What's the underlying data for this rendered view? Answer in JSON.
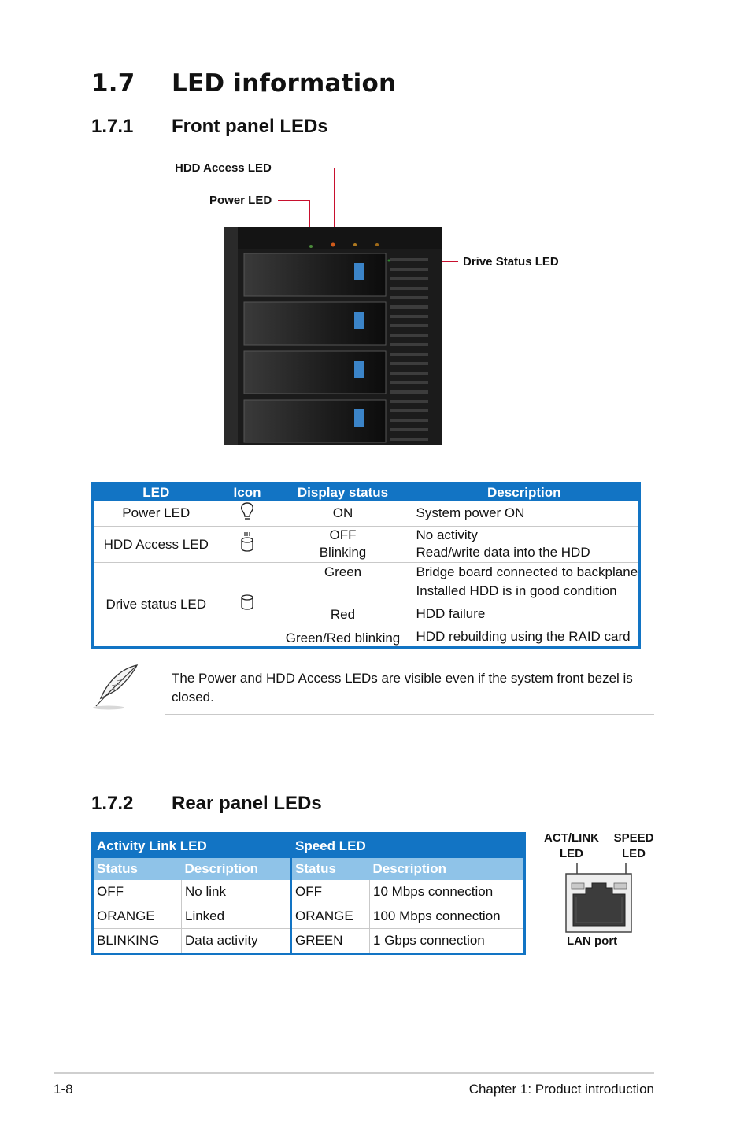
{
  "section": {
    "number": "1.7",
    "title": "LED information"
  },
  "front": {
    "number": "1.7.1",
    "title": "Front panel LEDs",
    "labels": {
      "hdd_access": "HDD Access LED",
      "power": "Power LED",
      "drive_status": "Drive Status LED"
    },
    "table": {
      "headers": [
        "LED",
        "Icon",
        "Display status",
        "Description"
      ],
      "power": {
        "led": "Power LED",
        "status": "ON",
        "desc": "System power ON"
      },
      "hdd": {
        "led": "HDD Access LED",
        "status1": "OFF",
        "status2": "Blinking",
        "desc1": "No activity",
        "desc2": "Read/write data into the HDD"
      },
      "drive": {
        "led": "Drive status LED",
        "status_green": "Green",
        "desc_green1": "Bridge board connected to backplane",
        "desc_green2": "Installed HDD is in good condition",
        "status_red": "Red",
        "desc_red": "HDD failure",
        "status_blink": "Green/Red blinking",
        "desc_blink": "HDD rebuilding using the RAID card"
      },
      "icons": {
        "power": "lightbulb-icon",
        "hdd": "hdd-activity-icon",
        "drive": "drive-cylinder-icon"
      }
    },
    "note": "The Power and HDD Access LEDs are visible even if the system front bezel is closed."
  },
  "rear": {
    "number": "1.7.2",
    "title": "Rear panel LEDs",
    "table": {
      "group1": "Activity Link LED",
      "group2": "Speed LED",
      "sub": [
        "Status",
        "Description",
        "Status",
        "Description"
      ],
      "rows": [
        [
          "OFF",
          "No link",
          "OFF",
          "10 Mbps connection"
        ],
        [
          "ORANGE",
          "Linked",
          "ORANGE",
          "100 Mbps connection"
        ],
        [
          "BLINKING",
          "Data activity",
          "GREEN",
          "1 Gbps connection"
        ]
      ]
    },
    "lan": {
      "act_link_1": "ACT/LINK",
      "act_link_2": "LED",
      "speed_1": "SPEED",
      "speed_2": "LED",
      "port": "LAN port"
    }
  },
  "footer": {
    "page": "1-8",
    "chapter": "Chapter 1:  Product introduction"
  },
  "colors": {
    "accent": "#1274c4",
    "subheader": "#8fc3e8",
    "callout": "#c8102e"
  }
}
